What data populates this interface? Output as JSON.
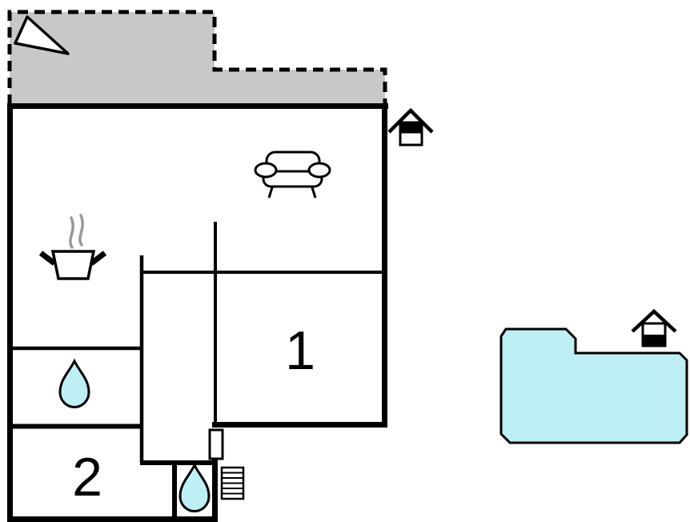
{
  "document": {
    "type": "vacation-home-floor-plan",
    "background": "#ffffff"
  },
  "colors": {
    "wall_black": "#000000",
    "terrace_fill": "#c8c8c8",
    "water_fill": "#bdeff5",
    "steam_gray": "#999999",
    "icon_white": "#ffffff"
  },
  "rooms": {
    "room1_label": "1",
    "room2_label": "2"
  },
  "icons": [
    {
      "name": "north-arrow-icon",
      "meaning": "orientation arrow in terrace area"
    },
    {
      "name": "sofa-icon",
      "meaning": "living room seating"
    },
    {
      "name": "cooking-pot-icon",
      "meaning": "kitchen / cooking area"
    },
    {
      "name": "water-drop-icon-1",
      "meaning": "bathroom / water point upper"
    },
    {
      "name": "water-drop-icon-2",
      "meaning": "bathroom / water point lower"
    },
    {
      "name": "stairs-icon",
      "meaning": "exterior stairs"
    },
    {
      "name": "door-marker",
      "meaning": "door / entrance in wall"
    },
    {
      "name": "floor-indicator-upper-icon",
      "meaning": "house pictogram, upper level filled"
    },
    {
      "name": "floor-indicator-lower-icon",
      "meaning": "house pictogram, lower level filled"
    }
  ],
  "areas": {
    "terrace": "dashed grey terrace / balcony",
    "pool": "swimming pool"
  }
}
